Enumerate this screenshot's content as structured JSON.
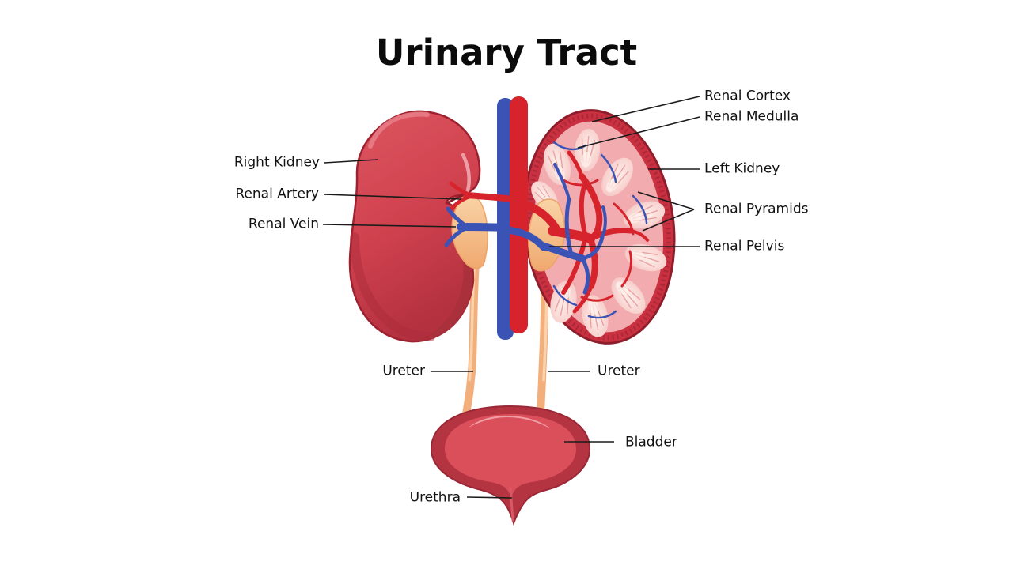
{
  "title": "Urinary Tract",
  "labels": {
    "right_kidney": "Right Kidney",
    "renal_artery": "Renal Artery",
    "renal_vein": "Renal Vein",
    "ureter_left": "Ureter",
    "ureter_right": "Ureter",
    "urethra": "Urethra",
    "bladder": "Bladder",
    "renal_cortex": "Renal Cortex",
    "renal_medulla": "Renal Medulla",
    "left_kidney": "Left Kidney",
    "renal_pyramids": "Renal Pyramids",
    "renal_pelvis": "Renal Pelvis"
  },
  "colors": {
    "background": "#ffffff",
    "title_text": "#0b0b0b",
    "label_text": "#121212",
    "leader_line": "#1b1b1b",
    "artery_red": "#d6232c",
    "vein_blue": "#3a53b4",
    "kidney_body_red": "#d84e59",
    "kidney_dark_red": "#a72734",
    "cortex_rim_red": "#c93140",
    "medulla_pink": "#f2acaf",
    "pyramid_pink": "#f8d6d3",
    "pelvis_ureter_tan": "#f3b07d",
    "bladder_outer_red": "#b43441",
    "bladder_inner_red": "#db4f5b"
  }
}
